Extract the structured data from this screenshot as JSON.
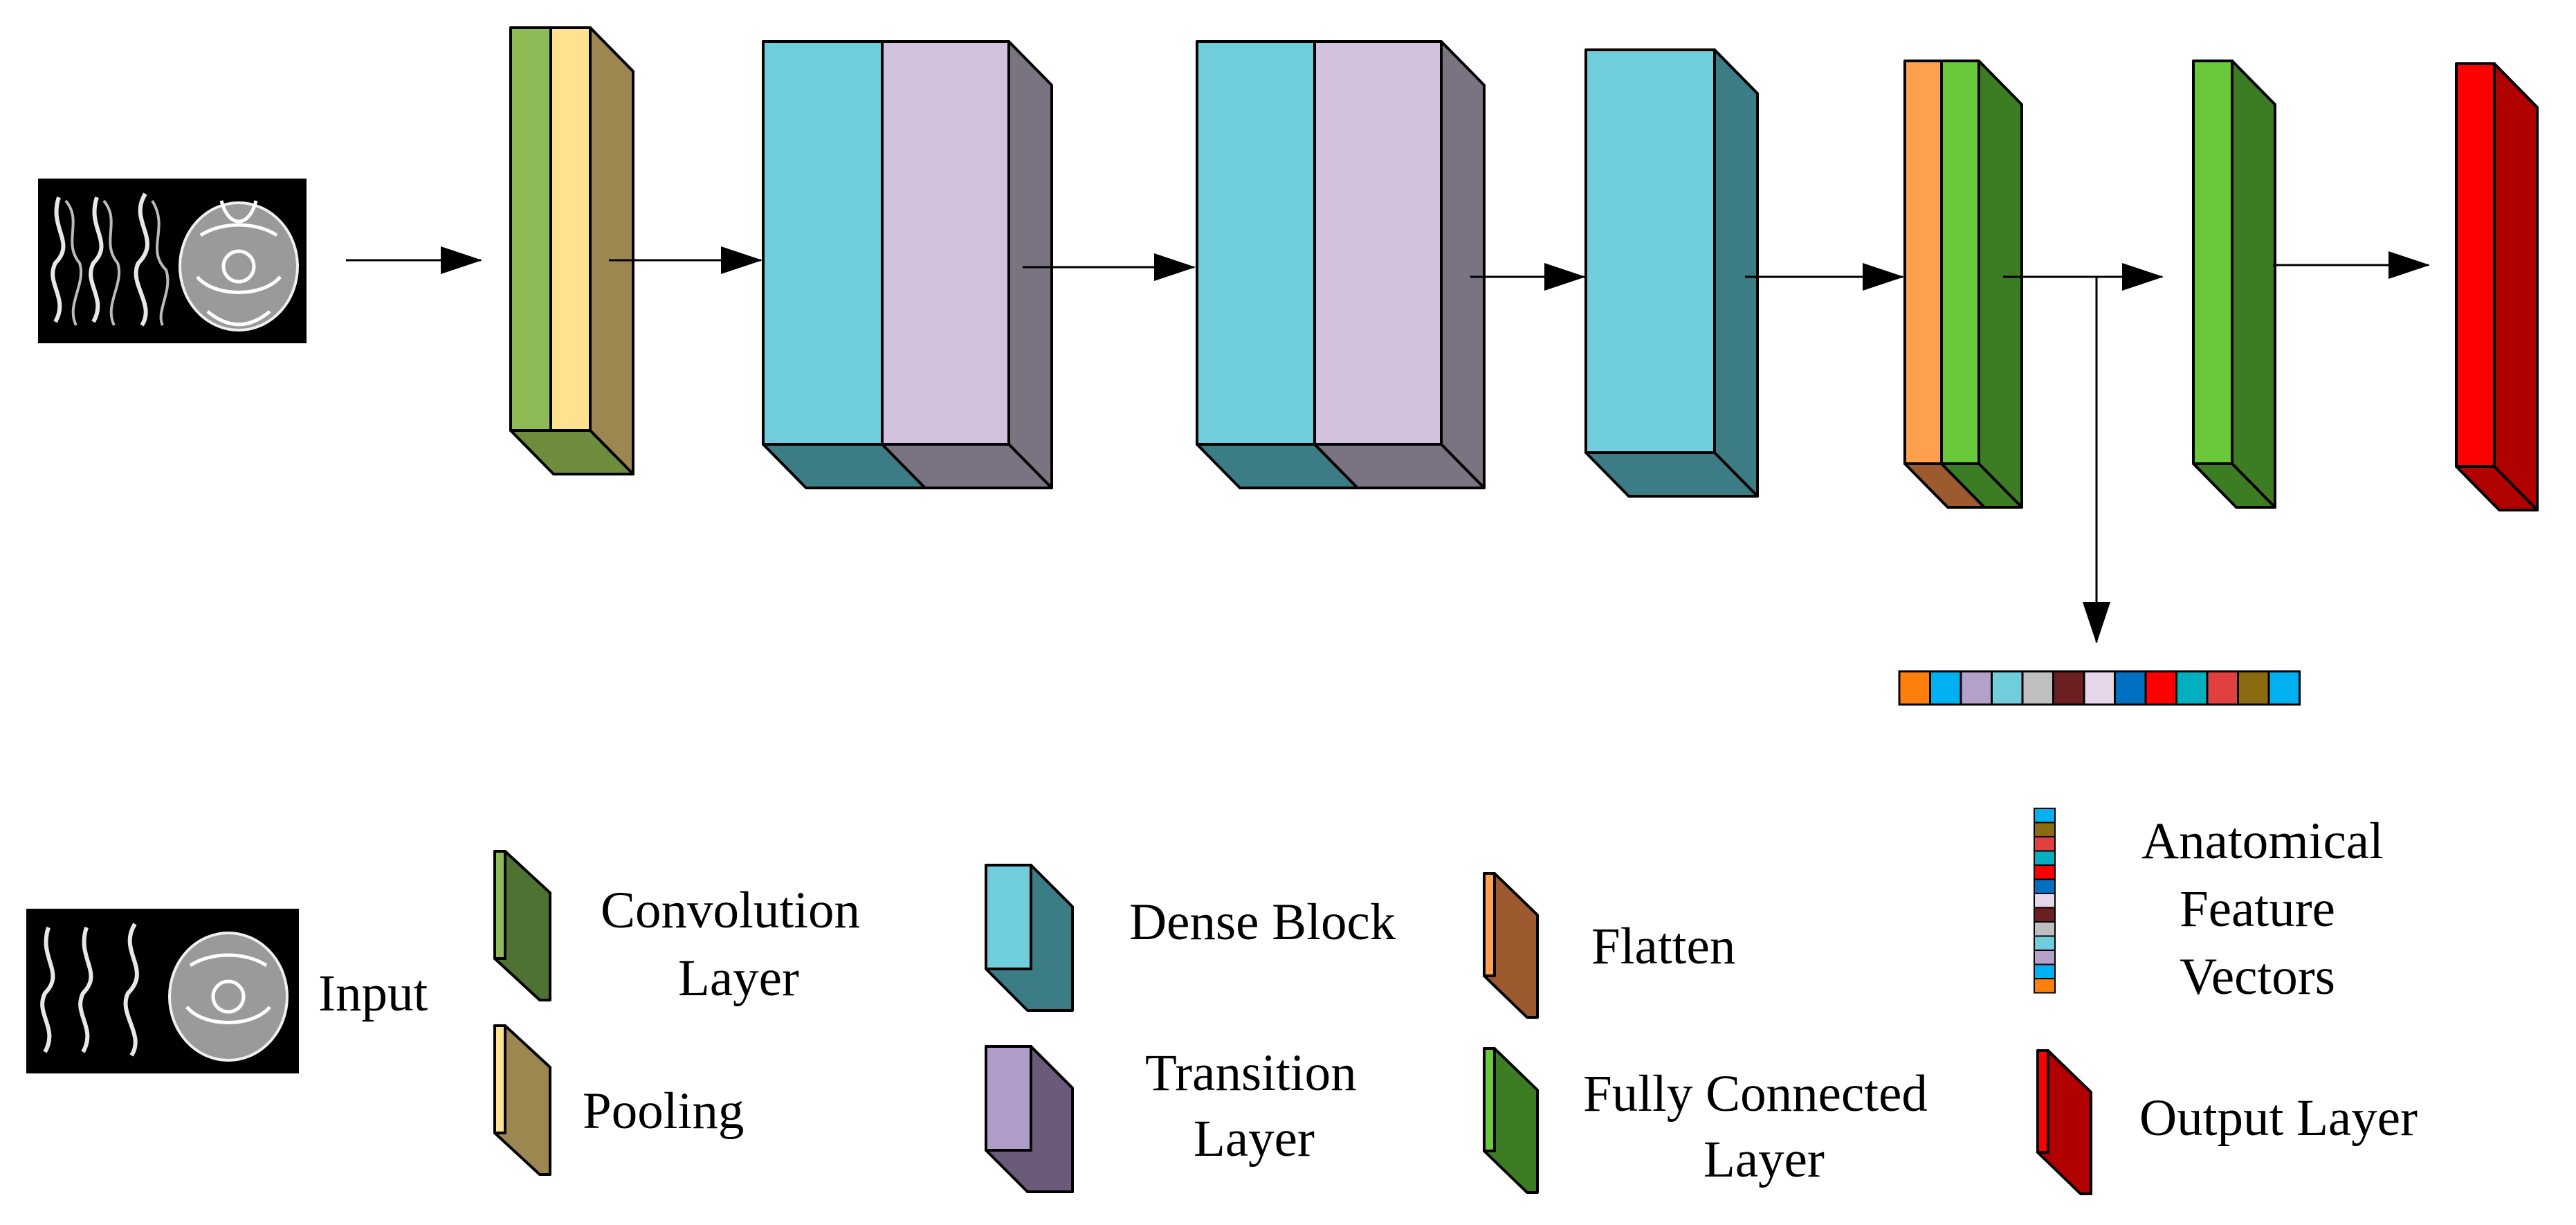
{
  "diagram": {
    "type": "cnn-architecture",
    "legend": {
      "input": "Input",
      "conv_line1": "Convolution",
      "conv_line2": "Layer",
      "pooling": "Pooling",
      "dense_block": "Dense Block",
      "transition_line1": "Transition",
      "transition_line2": "Layer",
      "flatten": "Flatten",
      "fc_line1": "Fully Connected",
      "fc_line2": "Layer",
      "afv_line1": "Anatomical",
      "afv_line2": "Feature",
      "afv_line3": "Vectors",
      "output": "Output Layer"
    },
    "colors": {
      "conv": "#8fbb57",
      "conv_side": "#4f7232",
      "pooling": "#ffe28f",
      "pooling_side": "#9c8750",
      "dense": "#70cedc",
      "dense_side": "#3b7c85",
      "transition": "#d2c2de",
      "transition_side": "#7a7381",
      "transition_legend": "#b09cc8",
      "transition_legend_side": "#6b5a7a",
      "flatten": "#ffa04f",
      "flatten_side": "#9d5a2f",
      "fc": "#6ac93a",
      "fc_side": "#3c7d24",
      "output": "#ff0000",
      "output_side": "#b00000",
      "input_bg": "#000000"
    },
    "feature_vector_colors": [
      "#ff7f0e",
      "#00b0f0",
      "#b4a0c8",
      "#70cedc",
      "#bfbfbf",
      "#6b1f1f",
      "#e6d6ea",
      "#0070c0",
      "#ff0000",
      "#00b0c0",
      "#e04040",
      "#8c6b10",
      "#00b0f0"
    ],
    "legend_vector_colors": [
      "#00b0f0",
      "#8c6b10",
      "#e04040",
      "#00b0c0",
      "#ff0000",
      "#0070c0",
      "#e6d6ea",
      "#6b1f1f",
      "#bfbfbf",
      "#70cedc",
      "#b4a0c8",
      "#00b0f0",
      "#ff7f0e"
    ]
  }
}
